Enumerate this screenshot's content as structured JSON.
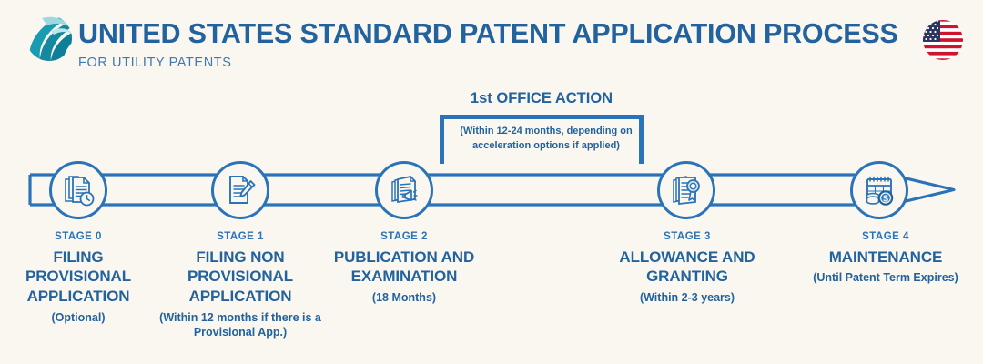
{
  "header": {
    "title": "UNITED STATES STANDARD PATENT APPLICATION PROCESS",
    "subtitle": "FOR UTILITY PATENTS",
    "logo_icon": "globe-swoosh-logo",
    "flag_icon": "us-flag-circle-icon",
    "title_color": "#22629e",
    "subtitle_color": "#3a7ab5",
    "background_color": "#faf7f0"
  },
  "callout": {
    "title": "1st OFFICE ACTION",
    "text": "(Within 12-24 months, depending on acceleration options if applied)",
    "border_color": "#2b73b8"
  },
  "timeline": {
    "line_color": "#2b73b8",
    "arrow_icon": "arrow-right-icon"
  },
  "stages": [
    {
      "num": "STAGE 0",
      "name": "FILING PROVISIONAL APPLICATION",
      "note": "(Optional)",
      "icon": "documents-clock-icon"
    },
    {
      "num": "STAGE 1",
      "name": "FILING NON PROVISIONAL APPLICATION",
      "note": "(Within 12 months if there is a Provisional App.)",
      "icon": "document-pencil-icon"
    },
    {
      "num": "STAGE 2",
      "name": "PUBLICATION AND EXAMINATION",
      "note": "(18 Months)",
      "icon": "documents-megaphone-icon"
    },
    {
      "num": "STAGE 3",
      "name": "ALLOWANCE AND GRANTING",
      "note": "(Within 2-3 years)",
      "icon": "certificate-seal-icon"
    },
    {
      "num": "STAGE 4",
      "name": "MAINTENANCE",
      "note": "(Until Patent Term Expires)",
      "icon": "calendar-coins-dollar-icon"
    }
  ]
}
